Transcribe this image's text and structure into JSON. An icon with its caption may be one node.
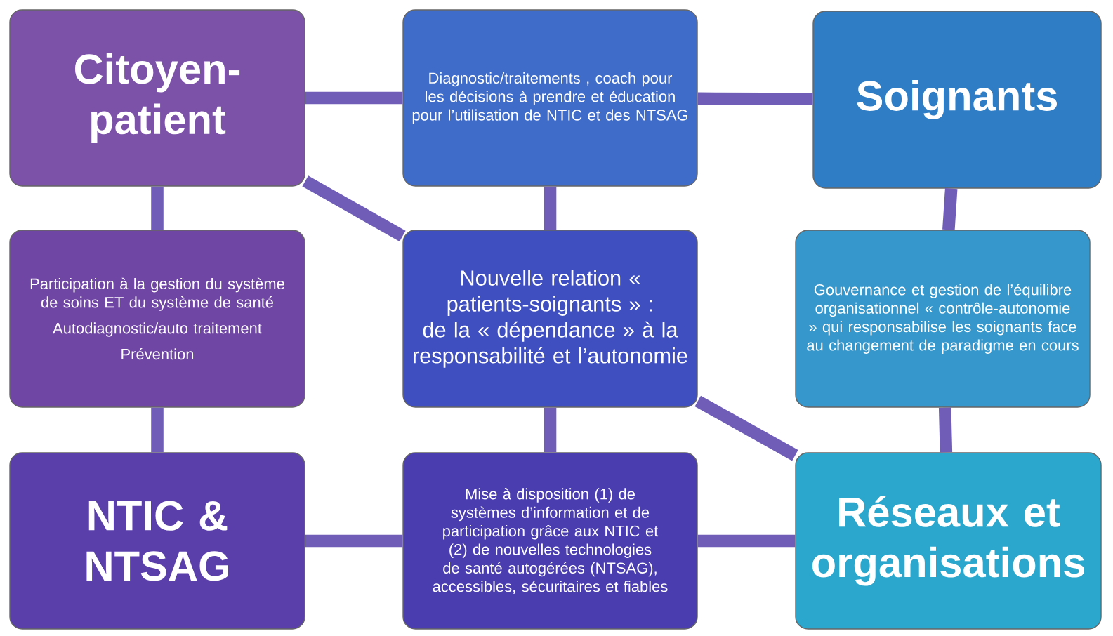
{
  "diagram": {
    "nodes": [
      {
        "text": [
          "Citoyen-patient"
        ]
      },
      {
        "text": [
          "Diagnostic/traitements , coach pour les décisions à prendre et éducation pour l’utilisation de NTIC et des NTSAG"
        ]
      },
      {
        "text": [
          "Soignants"
        ]
      },
      {
        "text": [
          "Participation à la gestion du système de soins ET du système de santé",
          "Autodiagnostic/auto traitement",
          "Prévention"
        ]
      },
      {
        "text": [
          "Nouvelle relation « patients-soignants » : de la « dépendance » à la responsabilité et l’autonomie"
        ]
      },
      {
        "text": [
          "Gouvernance et gestion de l’équilibre organisationnel « contrôle-autonomie » qui responsabilise les soignants face au changement de paradigme en cours"
        ]
      },
      {
        "text": [
          "NTIC & NTSAG"
        ]
      },
      {
        "text": [
          "Mise à disposition (1) de systèmes d’information et de participation grâce aux NTIC et (2) de nouvelles technologies de santé autogérées (NTSAG), accessibles, sécuritaires et fiables"
        ]
      },
      {
        "text": [
          "Réseaux et organisations"
        ]
      }
    ],
    "edges": [
      {
        "from": 0,
        "to": 1,
        "arrow": "none"
      },
      {
        "from": 1,
        "to": 2,
        "arrow": "none"
      },
      {
        "from": 0,
        "to": 3,
        "arrow": "none"
      },
      {
        "from": 3,
        "to": 6,
        "arrow": "none"
      },
      {
        "from": 0,
        "to": 4,
        "arrow": "none"
      },
      {
        "from": 1,
        "to": 4,
        "arrow": "none"
      },
      {
        "from": 4,
        "to": 7,
        "arrow": "none"
      },
      {
        "from": 4,
        "to": 8,
        "arrow": "none"
      },
      {
        "from": 2,
        "to": 5,
        "arrow": "none"
      },
      {
        "from": 5,
        "to": 8,
        "arrow": "none"
      },
      {
        "from": 6,
        "to": 7,
        "arrow": "none"
      },
      {
        "from": 7,
        "to": 8,
        "arrow": "none"
      }
    ]
  }
}
